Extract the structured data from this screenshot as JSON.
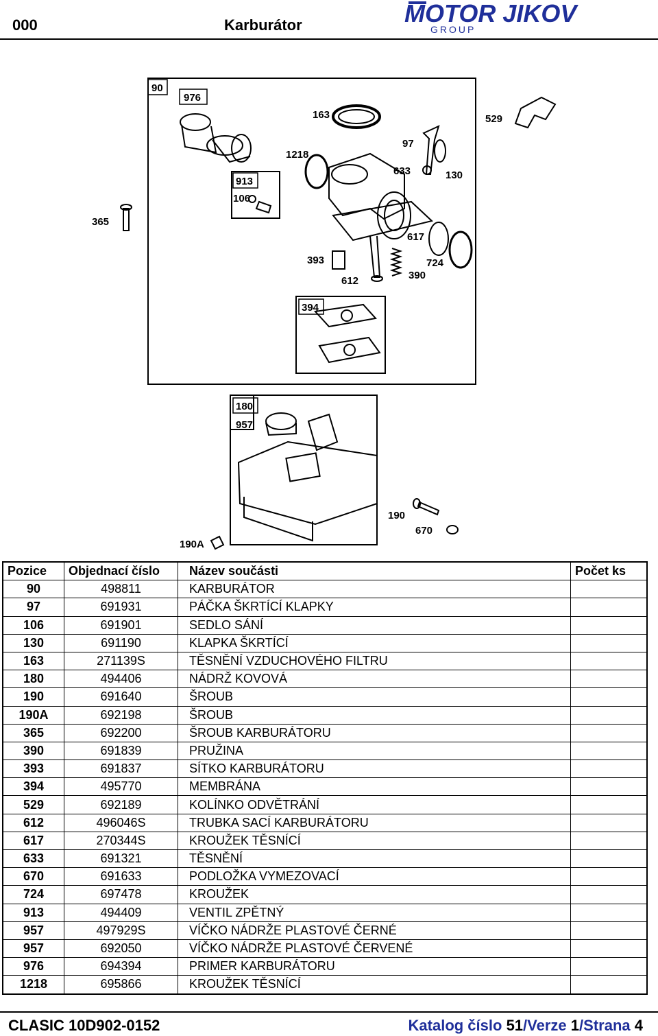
{
  "header": {
    "code": "000",
    "title": "Karburátor",
    "logo_main": "MOTOR JIKOV",
    "logo_sub": "GROUP"
  },
  "diagram": {
    "callouts": [
      "90",
      "976",
      "163",
      "529",
      "97",
      "1218",
      "633",
      "130",
      "913",
      "106",
      "365",
      "617",
      "393",
      "724",
      "390",
      "612",
      "394",
      "180",
      "957",
      "190",
      "670",
      "190A"
    ]
  },
  "table": {
    "headers": [
      "Pozice",
      "Objednací číslo",
      "Název součásti",
      "Počet ks"
    ],
    "rows": [
      {
        "pos": "90",
        "num": "498811",
        "name": "KARBURÁTOR",
        "qty": ""
      },
      {
        "pos": "97",
        "num": "691931",
        "name": "PÁČKA ŠKRTÍCÍ KLAPKY",
        "qty": ""
      },
      {
        "pos": "106",
        "num": "691901",
        "name": "SEDLO SÁNÍ",
        "qty": ""
      },
      {
        "pos": "130",
        "num": "691190",
        "name": "KLAPKA ŠKRTÍCÍ",
        "qty": ""
      },
      {
        "pos": "163",
        "num": "271139S",
        "name": "TĚSNĚNÍ VZDUCHOVÉHO FILTRU",
        "qty": ""
      },
      {
        "pos": "180",
        "num": "494406",
        "name": "NÁDRŽ KOVOVÁ",
        "qty": ""
      },
      {
        "pos": "190",
        "num": "691640",
        "name": "ŠROUB",
        "qty": ""
      },
      {
        "pos": "190A",
        "num": "692198",
        "name": "ŠROUB",
        "qty": ""
      },
      {
        "pos": "365",
        "num": "692200",
        "name": "ŠROUB KARBURÁTORU",
        "qty": ""
      },
      {
        "pos": "390",
        "num": "691839",
        "name": "PRUŽINA",
        "qty": ""
      },
      {
        "pos": "393",
        "num": "691837",
        "name": "SÍTKO KARBURÁTORU",
        "qty": ""
      },
      {
        "pos": "394",
        "num": "495770",
        "name": "MEMBRÁNA",
        "qty": ""
      },
      {
        "pos": "529",
        "num": "692189",
        "name": "KOLÍNKO ODVĚTRÁNÍ",
        "qty": ""
      },
      {
        "pos": "612",
        "num": "496046S",
        "name": "TRUBKA SACÍ KARBURÁTORU",
        "qty": ""
      },
      {
        "pos": "617",
        "num": "270344S",
        "name": "KROUŽEK TĚSNÍCÍ",
        "qty": ""
      },
      {
        "pos": "633",
        "num": "691321",
        "name": "TĚSNĚNÍ",
        "qty": ""
      },
      {
        "pos": "670",
        "num": "691633",
        "name": "PODLOŽKA VYMEZOVACÍ",
        "qty": ""
      },
      {
        "pos": "724",
        "num": "697478",
        "name": "KROUŽEK",
        "qty": ""
      },
      {
        "pos": "913",
        "num": "494409",
        "name": "VENTIL ZPĚTNÝ",
        "qty": ""
      },
      {
        "pos": "957",
        "num": "497929S",
        "name": "VÍČKO NÁDRŽE PLASTOVÉ ČERNÉ",
        "qty": ""
      },
      {
        "pos": "957",
        "num": "692050",
        "name": "VÍČKO NÁDRŽE PLASTOVÉ ČERVENÉ",
        "qty": ""
      },
      {
        "pos": "976",
        "num": "694394",
        "name": "PRIMER KARBURÁTORU",
        "qty": ""
      },
      {
        "pos": "1218",
        "num": "695866",
        "name": "KROUŽEK TĚSNÍCÍ",
        "qty": ""
      }
    ]
  },
  "footer": {
    "left": "CLASIC 10D902-0152",
    "right_katalog": "Katalog číslo",
    "right_katalog_no": "51",
    "right_verze": "/Verze",
    "right_verze_no": "1",
    "right_strana": "/Strana",
    "right_strana_no": "4"
  },
  "colors": {
    "brand_blue": "#1f2f9a",
    "text": "#000000"
  }
}
